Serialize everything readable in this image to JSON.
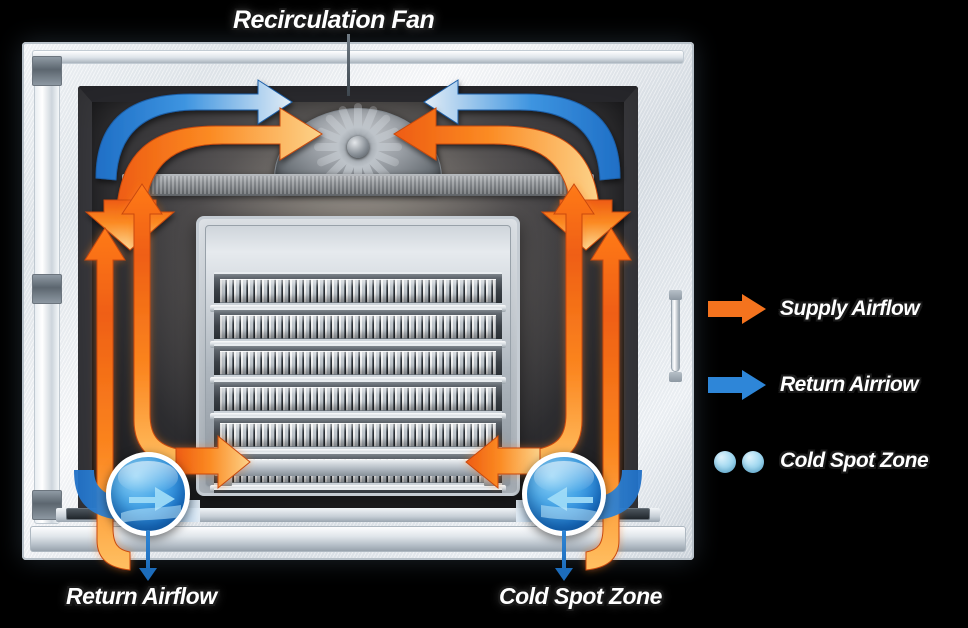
{
  "diagram": {
    "title": "Recirculation Fan",
    "subject": "pharmaceutical-refrigerator-airflow-cross-section",
    "background_color": "#000000"
  },
  "callouts": [
    {
      "id": "recirculation-fan",
      "label": "Recirculation Fan",
      "position": "top-center"
    },
    {
      "id": "return-airflow-bottom-left",
      "label": "Return Airflow",
      "position": "bottom-left"
    },
    {
      "id": "cold-spot-zone-bottom-right",
      "label": "Cold Spot Zone",
      "position": "bottom-right"
    }
  ],
  "legend": {
    "items": [
      {
        "icon": "arrow-right-icon",
        "label": "Supply Airflow",
        "color": "#F4731E",
        "type": "arrow"
      },
      {
        "icon": "arrow-right-icon",
        "label": "Return Airriow",
        "color": "#2E86D8",
        "type": "arrow"
      },
      {
        "icon": "two-dots-icon",
        "label": "Cold Spot Zone",
        "color": "#A9DCF2",
        "type": "dots"
      }
    ]
  },
  "cabinet": {
    "hinge_count": 3,
    "door_handle": "right-edge-vertical-handle",
    "foot_count": 2
  },
  "fan": {
    "name": "recirculation-fan",
    "blade_count": 16,
    "housing": "semi-circular-metal-shroud"
  },
  "rack": {
    "shelf_count": 7,
    "loaded_shelf_count": 6,
    "empty_shelf_count": 1,
    "contents": "glass-vials"
  },
  "airflow": {
    "supply_color": "#F4731E",
    "supply_tip_color": "#FBD88C",
    "return_color": "#2E86D8",
    "return_tip_color": "#DCE8F2",
    "cold_spot_color": "#A9DCF2"
  },
  "cold_spots": [
    {
      "id": "cold-spot-left",
      "arrow_direction": "right"
    },
    {
      "id": "cold-spot-right",
      "arrow_direction": "left"
    }
  ]
}
